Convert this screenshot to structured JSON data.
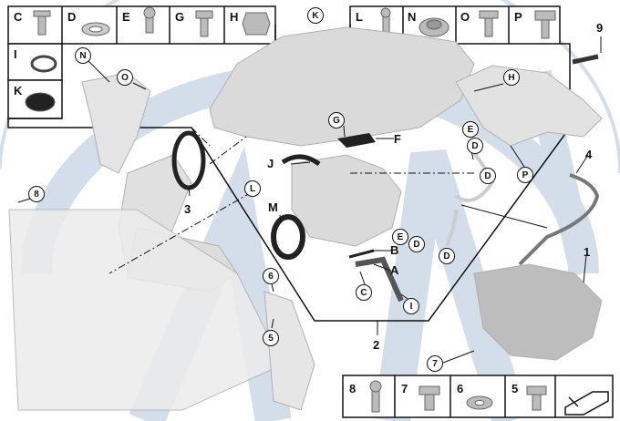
{
  "top_table": {
    "row1": [
      "C",
      "D",
      "E",
      "G",
      "H"
    ],
    "row2": [
      "I"
    ],
    "row3": [
      "K"
    ],
    "right_row": [
      "L",
      "N",
      "O",
      "P"
    ]
  },
  "bottom_table": [
    "8",
    "7",
    "6",
    "5"
  ],
  "labels": {
    "nine": "9",
    "four": "4",
    "one": "1",
    "two": "2",
    "three": "3",
    "F": "F",
    "J": "J",
    "M": "M",
    "B": "B",
    "A": "A"
  },
  "circles": {
    "K": "K",
    "N": "N",
    "O": "O",
    "H": "H",
    "G": "G",
    "E1": "E",
    "D1": "D",
    "D2": "D",
    "P": "P",
    "L": "L",
    "E2": "E",
    "D3": "D",
    "D4": "D",
    "C": "C",
    "I": "I",
    "eight": "8",
    "six": "6",
    "five": "5",
    "seven": "7"
  },
  "colors": {
    "watermark": "#c9d6e5",
    "part": "#dadada",
    "line": "#111111"
  }
}
